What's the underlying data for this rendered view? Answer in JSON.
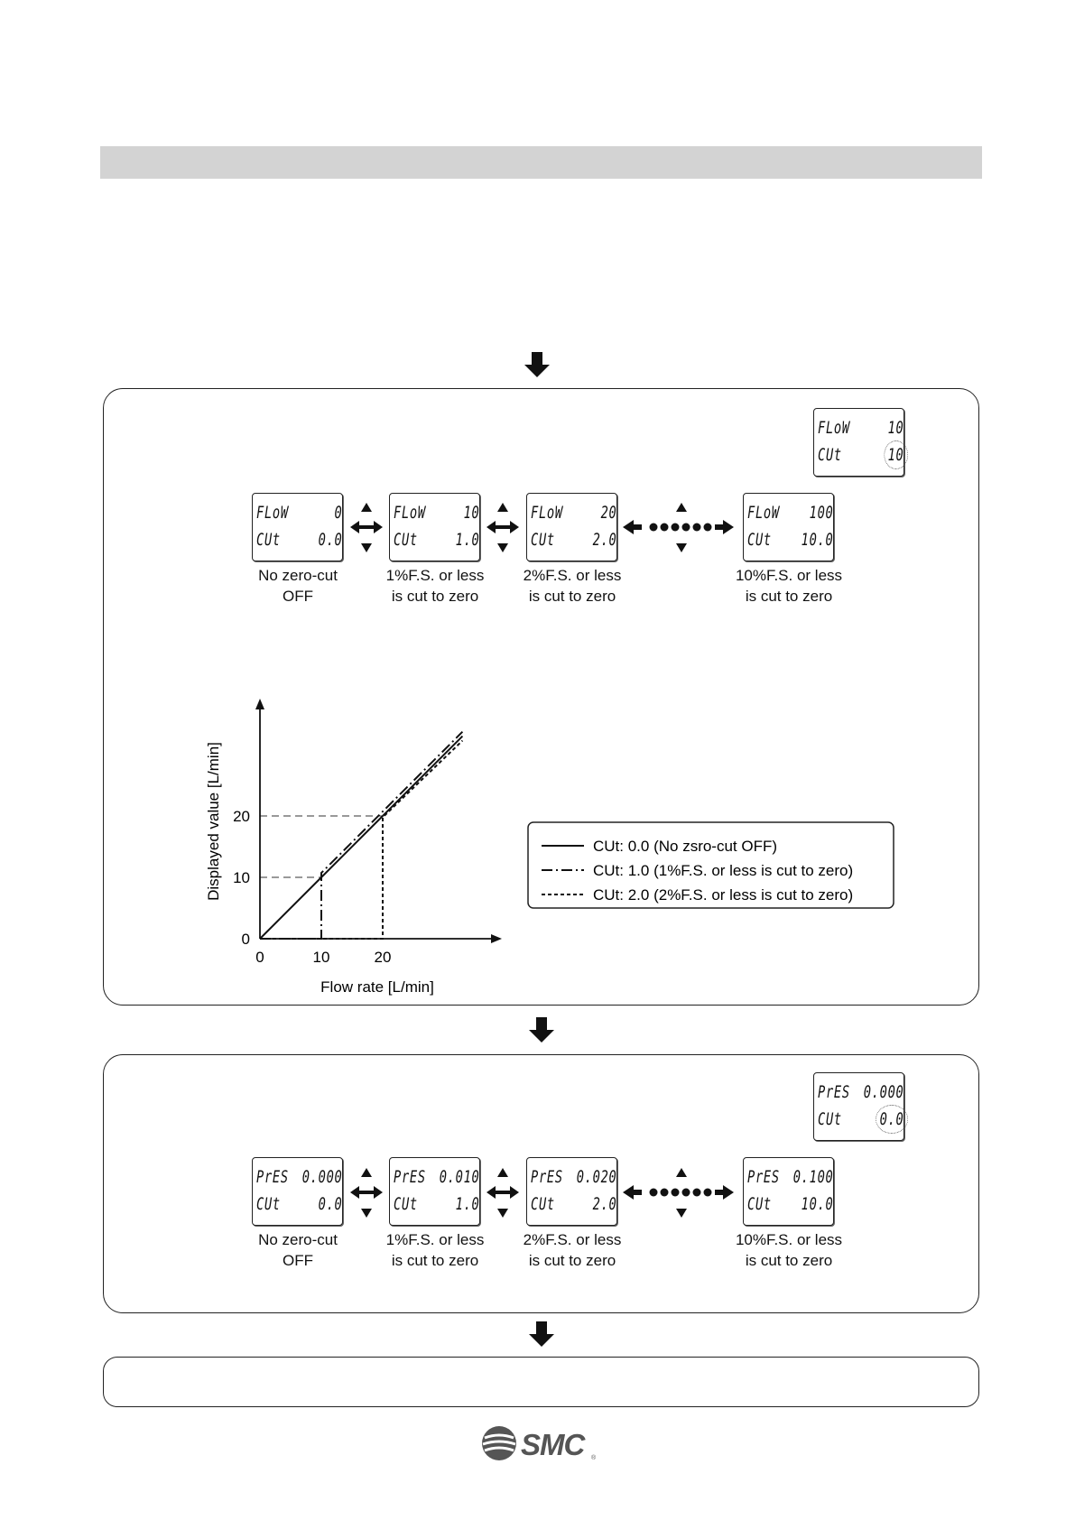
{
  "flow_section": {
    "current_display": {
      "line1_label": "FLoW",
      "line1_value": "10",
      "line2_label": "CUt",
      "line2_value": "10"
    },
    "options": [
      {
        "line1_label": "FLoW",
        "line1_value": "0",
        "line2_label": "CUt",
        "line2_value": "0.0",
        "caption_1": "No zero-cut",
        "caption_2": "OFF"
      },
      {
        "line1_label": "FLoW",
        "line1_value": "10",
        "line2_label": "CUt",
        "line2_value": "1.0",
        "caption_1": "1%F.S. or less",
        "caption_2": "is cut to zero"
      },
      {
        "line1_label": "FLoW",
        "line1_value": "20",
        "line2_label": "CUt",
        "line2_value": "2.0",
        "caption_1": "2%F.S. or less",
        "caption_2": "is cut to zero"
      },
      {
        "line1_label": "FLoW",
        "line1_value": "100",
        "line2_label": "CUt",
        "line2_value": "10.0",
        "caption_1": "10%F.S. or less",
        "caption_2": "is cut to zero"
      }
    ]
  },
  "pressure_section": {
    "current_display": {
      "line1_label": "PrES",
      "line1_value": "0.000",
      "line2_label": "CUt",
      "line2_value": "0.0"
    },
    "options": [
      {
        "line1_label": "PrES",
        "line1_value": "0.000",
        "line2_label": "CUt",
        "line2_value": "0.0",
        "caption_1": "No zero-cut",
        "caption_2": "OFF"
      },
      {
        "line1_label": "PrES",
        "line1_value": "0.010",
        "line2_label": "CUt",
        "line2_value": "1.0",
        "caption_1": "1%F.S. or less",
        "caption_2": "is cut to zero"
      },
      {
        "line1_label": "PrES",
        "line1_value": "0.020",
        "line2_label": "CUt",
        "line2_value": "2.0",
        "caption_1": "2%F.S. or less",
        "caption_2": "is cut to zero"
      },
      {
        "line1_label": "PrES",
        "line1_value": "0.100",
        "line2_label": "CUt",
        "line2_value": "10.0",
        "caption_1": "10%F.S. or less",
        "caption_2": "is cut to zero"
      }
    ]
  },
  "chart_data": {
    "type": "line",
    "title": "",
    "xlabel": "Flow rate [L/min]",
    "ylabel": "Displayed value [L/min]",
    "xlim": [
      0,
      38
    ],
    "ylim": [
      0,
      38
    ],
    "xticks": [
      "0",
      "10",
      "20"
    ],
    "yticks": [
      "0",
      "10",
      "20"
    ],
    "legend_position": "right",
    "series": [
      {
        "name": "CUt: 0.0 (No zsro-cut OFF)",
        "style": "solid",
        "x": [
          0,
          10,
          20,
          33
        ],
        "y": [
          0,
          10,
          20,
          33
        ]
      },
      {
        "name": "CUt: 1.0 (1%F.S. or less is cut to zero)",
        "style": "dash-dot",
        "x": [
          0,
          10,
          10,
          20,
          33
        ],
        "y": [
          0,
          0,
          10.5,
          20.5,
          33.5
        ]
      },
      {
        "name": "CUt: 2.0 (2%F.S. or less is cut to zero)",
        "style": "dotted",
        "x": [
          0,
          20,
          20,
          33
        ],
        "y": [
          0,
          0,
          20,
          32.5
        ]
      }
    ],
    "guides": [
      {
        "y": 10,
        "x_end": 10
      },
      {
        "y": 20,
        "x_end": 20
      }
    ]
  },
  "logo": {
    "text": "SMC",
    "color": "#555555"
  }
}
